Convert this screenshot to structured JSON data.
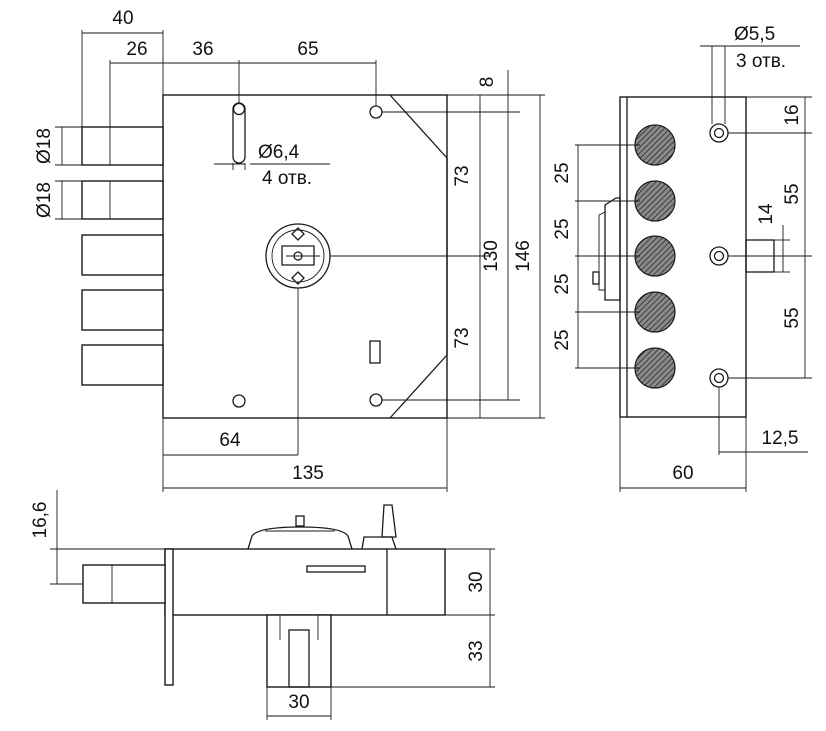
{
  "dimensions": {
    "front_top_40": "40",
    "front_top_26": "26",
    "front_top_36": "36",
    "front_top_65": "65",
    "front_right_8": "8",
    "front_right_73_top": "73",
    "front_right_130": "130",
    "front_right_146": "146",
    "front_right_73_bottom": "73",
    "front_left_d18_a": "Ø18",
    "front_left_d18_b": "Ø18",
    "front_hole_d64": "Ø6,4",
    "front_hole_count": "4 отв.",
    "front_bottom_64": "64",
    "front_bottom_135": "135",
    "side_hole_d55": "Ø5,5",
    "side_hole_count": "3 отв.",
    "side_25_a": "25",
    "side_25_b": "25",
    "side_25_c": "25",
    "side_25_d": "25",
    "side_16": "16",
    "side_55_top": "55",
    "side_14": "14",
    "side_55_bottom": "55",
    "side_12_5": "12,5",
    "side_60": "60",
    "bottom_16_6": "16,6",
    "bottom_30_right": "30",
    "bottom_33": "33",
    "bottom_30_width": "30"
  },
  "colors": {
    "line": "#1a1a1a",
    "bolt_fill": "#6b6b6b"
  }
}
